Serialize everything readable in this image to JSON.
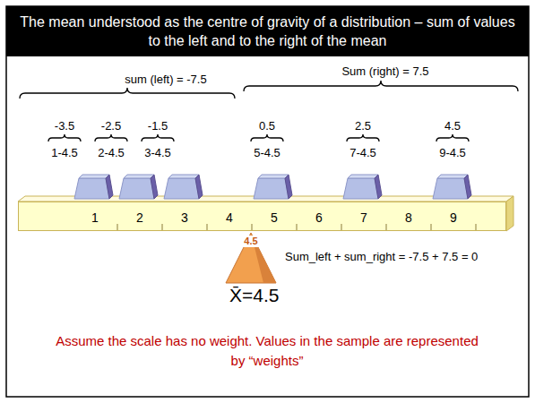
{
  "diagram": {
    "title": "The mean understood as the centre of gravity of a distribution – sum of values to the left and to the right of the mean",
    "caption": "Assume the scale has no weight. Values in the sample are represented by “weights”",
    "nodes": [
      {
        "text": [
          "1",
          "2",
          "3",
          "4",
          "5",
          "6",
          "7",
          "8",
          "9"
        ]
      }
    ],
    "labels": [
      "sum (left) = -7.5",
      "Sum (right) = 7.5",
      "-3.5",
      "-2.5",
      "-1.5",
      "0.5",
      "2.5",
      "4.5",
      "1-4.5",
      "2-4.5",
      "3-4.5",
      "5-4.5",
      "7-4.5",
      "9-4.5",
      "4.5",
      "Sum_left + sum_right = -7.5 + 7.5 = 0",
      "X̄=4.5"
    ]
  }
}
